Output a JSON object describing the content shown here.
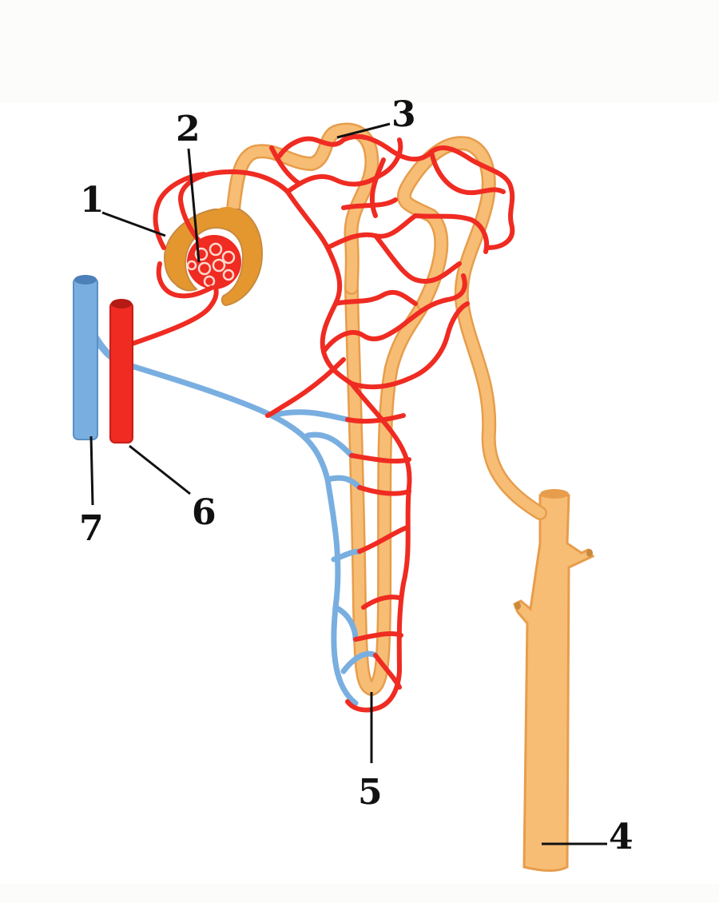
{
  "colors": {
    "tubule": "#f7bd74",
    "tubule_dark": "#e79d4c",
    "capsule": "#e4972f",
    "artery": "#ef2b22",
    "vein": "#79aee0",
    "leader": "#111111"
  },
  "labels": [
    {
      "id": "1",
      "text": "1"
    },
    {
      "id": "2",
      "text": "2"
    },
    {
      "id": "3",
      "text": "3"
    },
    {
      "id": "4",
      "text": "4"
    },
    {
      "id": "5",
      "text": "5"
    },
    {
      "id": "6",
      "text": "6"
    },
    {
      "id": "7",
      "text": "7"
    }
  ]
}
